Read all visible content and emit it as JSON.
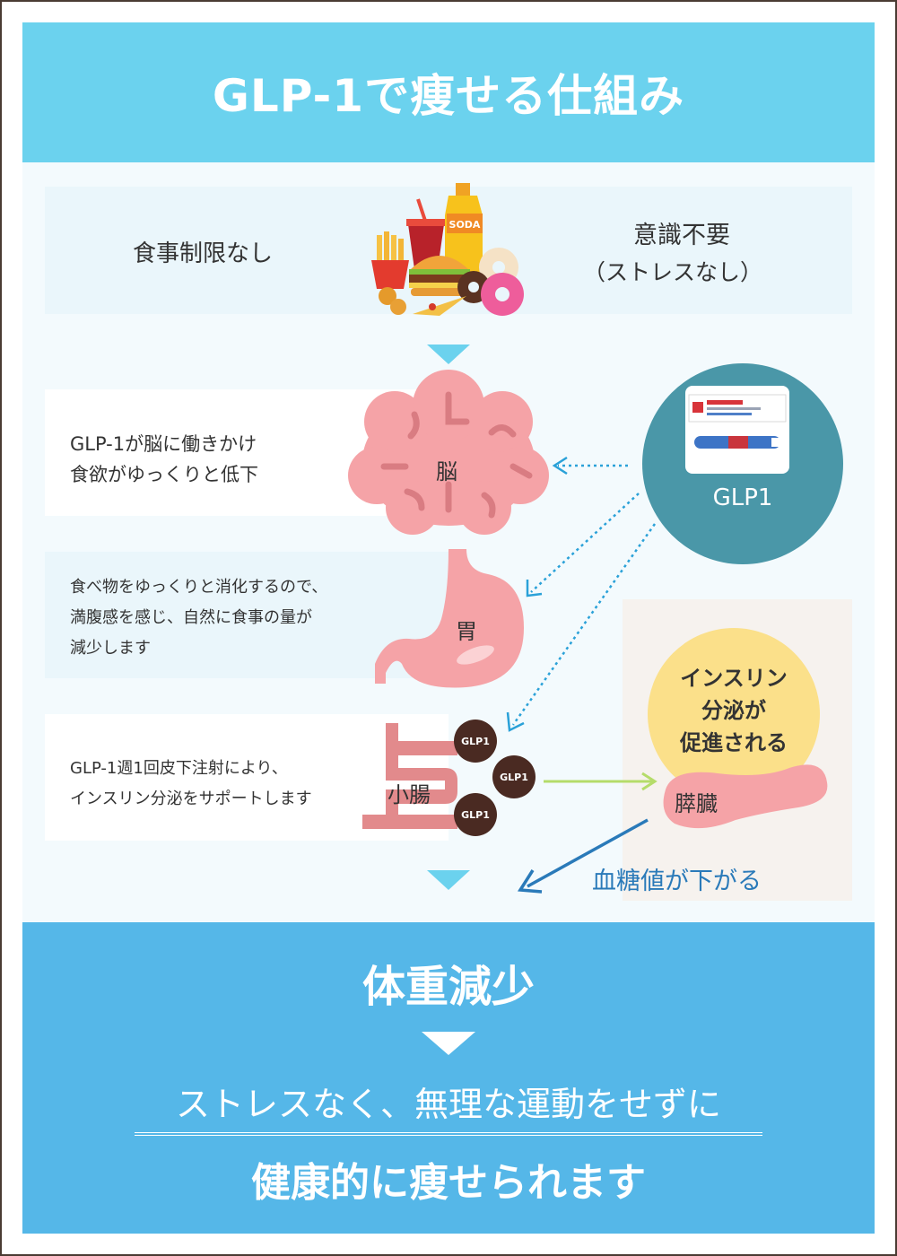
{
  "header": {
    "title": "GLP-1で痩せる仕組み"
  },
  "food": {
    "left_label": "食事制限なし",
    "right_line1": "意識不要",
    "right_line2": "（ストレスなし）",
    "soda_label": "SODA"
  },
  "brain": {
    "text_line1": "GLP-1が脳に働きかけ",
    "text_line2": "食欲がゆっくりと低下",
    "organ_label": "脳"
  },
  "stomach": {
    "text_line1": "食べ物をゆっくりと消化するので、",
    "text_line2": "満腹感を感じ、自然に食事の量が",
    "text_line3": "減少します",
    "organ_label": "胃"
  },
  "intestine": {
    "text_line1": "GLP-1週1回皮下注射により、",
    "text_line2": "インスリン分泌をサポートします",
    "organ_label": "小腸",
    "pill_label": "GLP1"
  },
  "glp_circle": {
    "label": "GLP1"
  },
  "pancreas": {
    "insulin_line1": "インスリン",
    "insulin_line2": "分泌が",
    "insulin_line3": "促進される",
    "organ_label": "膵臓",
    "result": "血糖値が下がる"
  },
  "footer": {
    "main": "体重減少",
    "sub": "ストレスなく、無理な運動をせずに",
    "final": "健康的に痩せられます"
  },
  "colors": {
    "header": "#6bd2ee",
    "footer": "#55b7e8",
    "glp_circle": "#4a97a8",
    "organ_pink": "#f5a3a7",
    "insulin_yellow": "#fbe08a",
    "pill_brown": "#4a2a22",
    "arrow_blue": "#2a7ab9",
    "arrow_green": "#b5dc6a"
  }
}
